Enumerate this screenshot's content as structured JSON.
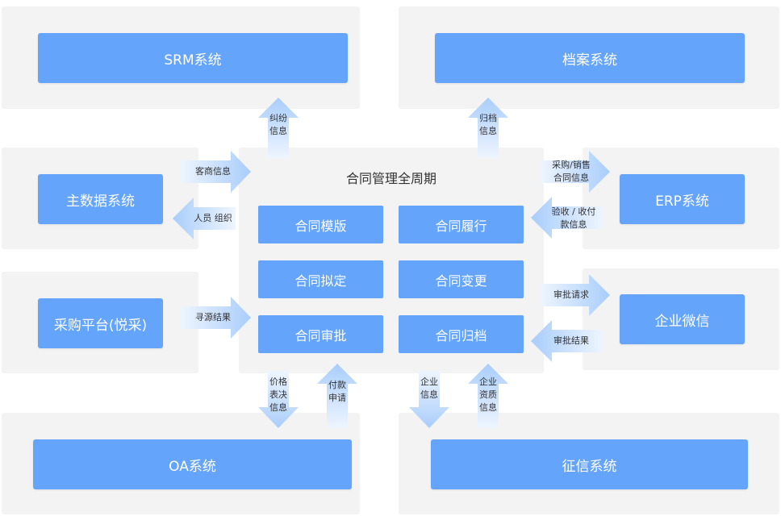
{
  "colors": {
    "panel_bg": "#f3f3f3",
    "system_box": "#64a4fb",
    "arrow_fill_light": "#e6f0ff",
    "arrow_fill_strong": "#a9cdfb",
    "text": "#333333"
  },
  "systems": {
    "srm": "SRM系统",
    "archive": "档案系统",
    "master_data": "主数据系统",
    "procurement": "采购平台(悦采)",
    "erp": "ERP系统",
    "wecom": "企业微信",
    "oa": "OA系统",
    "credit": "征信系统"
  },
  "center": {
    "title": "合同管理全周期",
    "modules": {
      "template": "合同模版",
      "performance": "合同履行",
      "drafting": "合同拟定",
      "change": "合同变更",
      "approval": "合同审批",
      "archiving": "合同归档"
    }
  },
  "flows": {
    "dispute_info": [
      "纠纷",
      "信息"
    ],
    "archive_info": [
      "归档",
      "信息"
    ],
    "merchant_info": [
      "客商信息"
    ],
    "personnel_org": [
      "人员 组织"
    ],
    "sourcing_result": [
      "寻源结果"
    ],
    "purchase_sales_contract": [
      "采购/销售",
      "合同信息"
    ],
    "acceptance_payment": [
      "验收 / 收付",
      "款信息"
    ],
    "approval_request": [
      "审批请求"
    ],
    "approval_result": [
      "审批结果"
    ],
    "price_vote": [
      "价格",
      "表决",
      "信息"
    ],
    "payment_request": [
      "付款",
      "申请"
    ],
    "enterprise_info": [
      "企业",
      "信息"
    ],
    "enterprise_qualification": [
      "企业",
      "资质",
      "信息"
    ]
  }
}
